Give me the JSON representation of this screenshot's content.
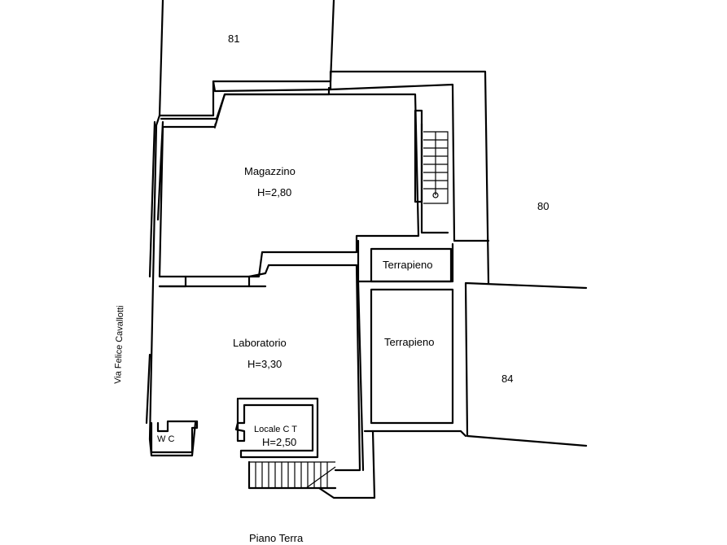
{
  "labels": {
    "parcel_81": "81",
    "parcel_80": "80",
    "parcel_84": "84",
    "magazzino_name": "Magazzino",
    "magazzino_height": "H=2,80",
    "terrapieno_1": "Terrapieno",
    "terrapieno_2": "Terrapieno",
    "laboratorio_name": "Laboratorio",
    "laboratorio_height": "H=3,30",
    "locale_ct_name": "Locale C T",
    "locale_ct_height": "H=2,50",
    "wc": "W C",
    "street": "Via Felice Cavallotti",
    "floor": "Piano Terra"
  },
  "colors": {
    "line": "#000000",
    "background": "#ffffff"
  }
}
